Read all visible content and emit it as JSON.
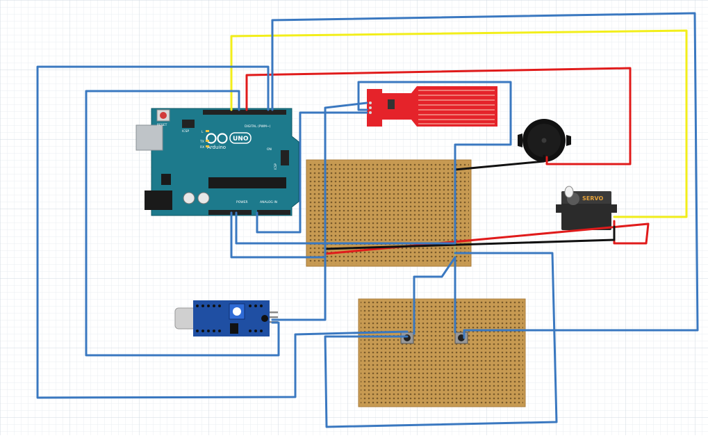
{
  "canvas": {
    "background": "#ffffff",
    "grid_minor_color": "#e9eef2",
    "grid_major_color": "#d2dae0"
  },
  "colors": {
    "wire_blue": "#3a78c0",
    "wire_red": "#e01b1b",
    "wire_yellow": "#f2ee1a",
    "wire_black": "#111111",
    "arduino_board": "#1d7a8c",
    "perfboard": "#c79a52",
    "water_sensor": "#e5232a",
    "sound_module": "#1f4fa3",
    "servo_body": "#2b2b2b",
    "buzzer_body": "#111111"
  },
  "arduino": {
    "reset_label": "RESET",
    "icsp_label": "ICSP",
    "icsp2_label": "ICSP",
    "logo_text": "Arduino",
    "model_text": "UNO",
    "digital_label": "DIGITAL (PWM~)",
    "power_label": "POWER",
    "analog_label": "ANALOG IN",
    "led_labels": [
      "L",
      "TX",
      "RX",
      "ON"
    ]
  },
  "servo": {
    "label": "SERVO"
  },
  "components": [
    "arduino-uno",
    "water-level-sensor",
    "piezo-buzzer",
    "servo-motor",
    "sound-sensor-module",
    "perfboard-main",
    "perfboard-buttons",
    "push-button-1",
    "push-button-2"
  ]
}
